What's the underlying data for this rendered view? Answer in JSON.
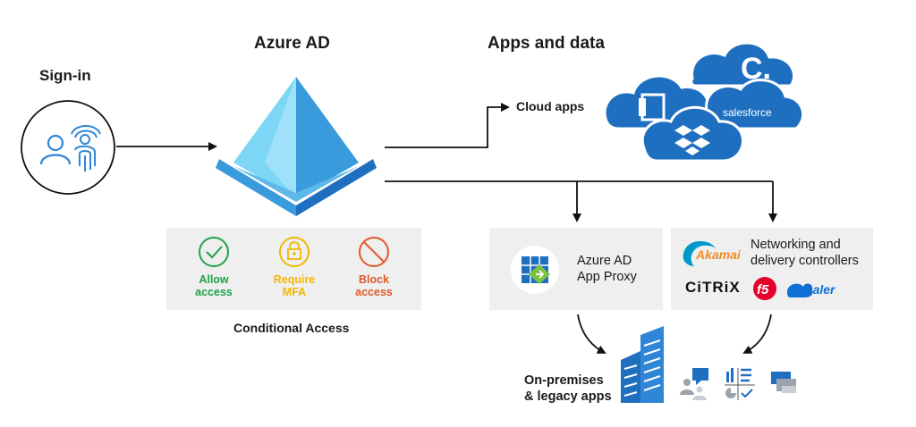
{
  "signin": {
    "title": "Sign-in"
  },
  "azure_ad": {
    "title": "Azure AD"
  },
  "apps": {
    "title": "Apps and data",
    "cloud_apps": "Cloud apps",
    "salesforce": "salesforce"
  },
  "conditional_access": {
    "title": "Conditional Access",
    "allow": {
      "line1": "Allow",
      "line2": "access",
      "color": "#1fa34a"
    },
    "mfa": {
      "line1": "Require",
      "line2": "MFA",
      "color": "#f2b705"
    },
    "block": {
      "line1": "Block",
      "line2": "access",
      "color": "#e0592a"
    }
  },
  "app_proxy": {
    "line1": "Azure AD",
    "line2": "App Proxy"
  },
  "networking": {
    "line1": "Networking and",
    "line2": "delivery controllers",
    "akamai": "Akamai",
    "citrix": "CiTRiX",
    "f5": "f5",
    "zscaler": "zscaler"
  },
  "onprem": {
    "line1": "On-premises",
    "line2": "& legacy apps"
  },
  "colors": {
    "azure_blue": "#2f86d6",
    "cloud_blue": "#1f6fc0",
    "panel_gray": "#efefef"
  }
}
